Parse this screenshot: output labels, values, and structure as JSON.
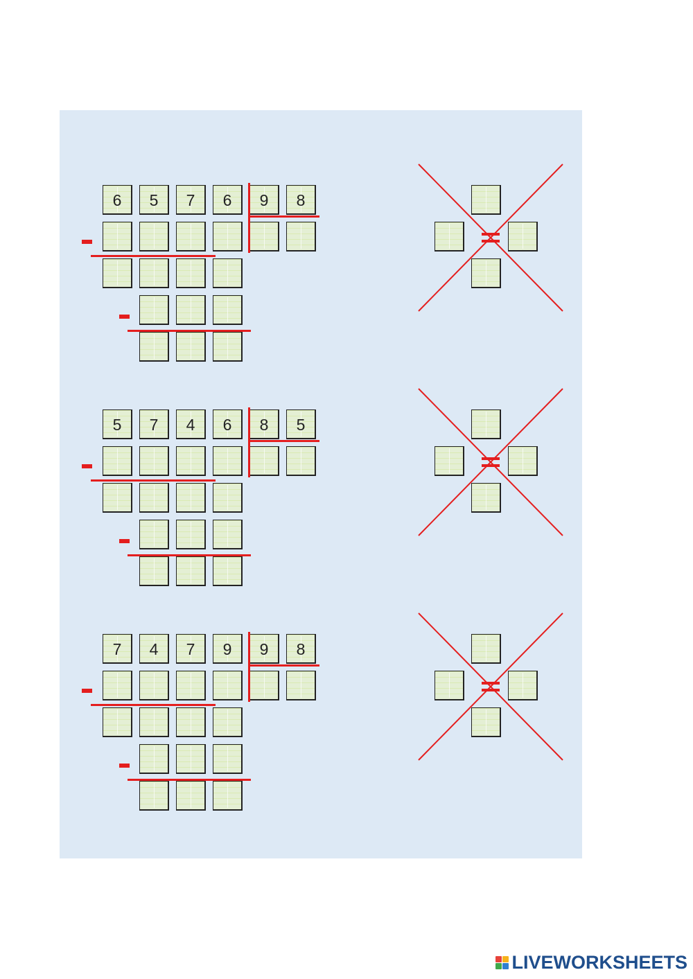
{
  "exercises": [
    {
      "dividend": [
        "6",
        "5",
        "7",
        "6"
      ],
      "divisor": [
        "9",
        "8"
      ]
    },
    {
      "dividend": [
        "5",
        "7",
        "4",
        "6"
      ],
      "divisor": [
        "8",
        "5"
      ]
    },
    {
      "dividend": [
        "7",
        "4",
        "7",
        "9"
      ],
      "divisor": [
        "9",
        "8"
      ]
    }
  ],
  "proof_operator": "=",
  "colors": {
    "panel": "#dde9f5",
    "accent": "#e41e1e",
    "box_fill": "#e4efd4",
    "logo": "#1f4e8c"
  },
  "footer": {
    "logo_text": "LIVEWORKSHEETS",
    "logo_icon": "liveworksheets-logo-icon"
  }
}
